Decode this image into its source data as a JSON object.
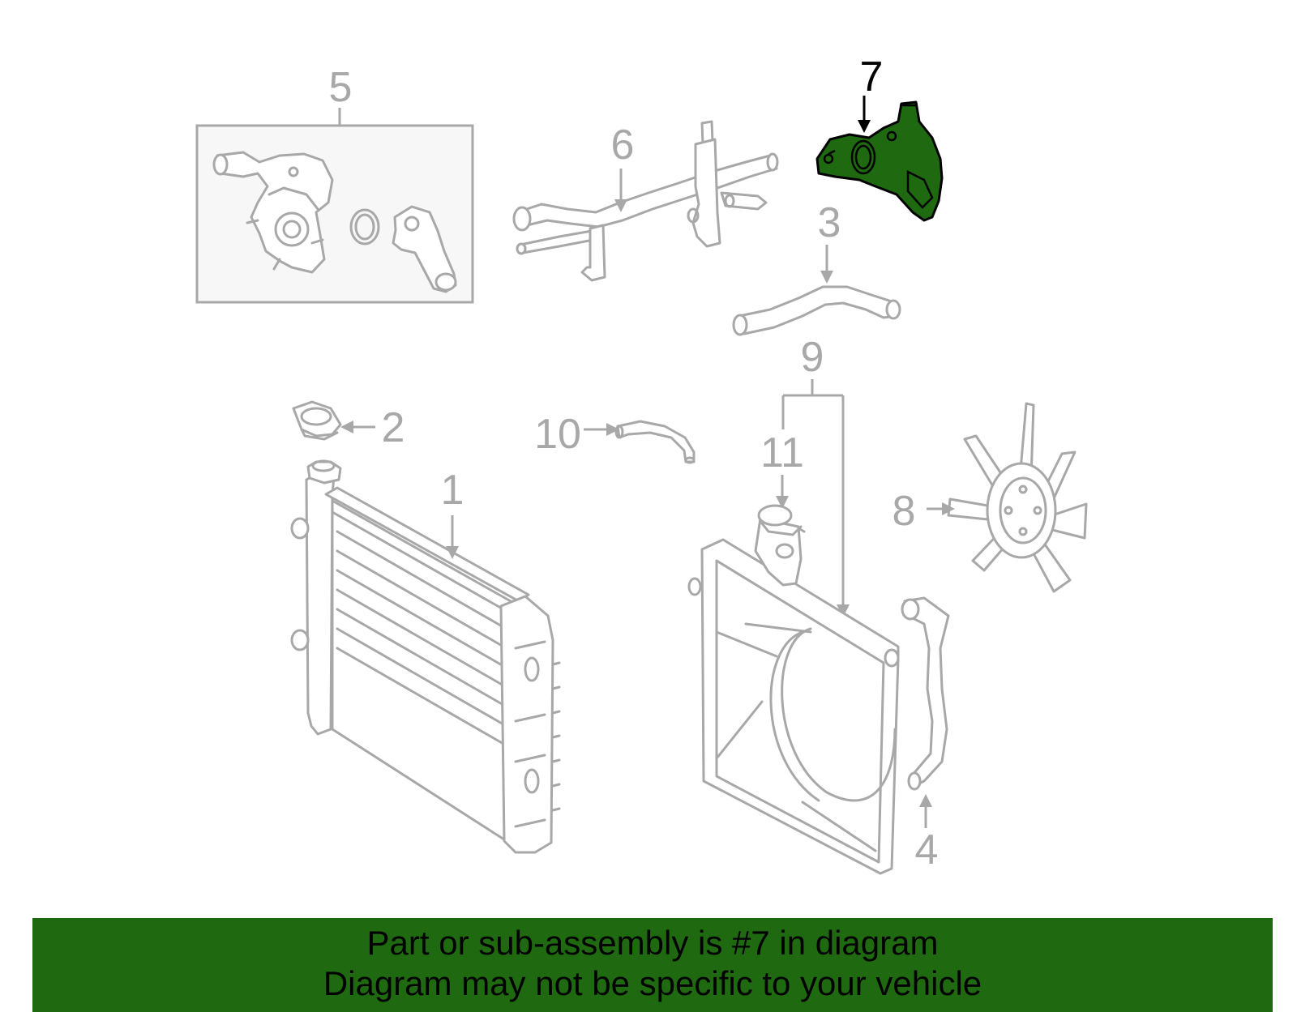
{
  "callouts": {
    "c1": "1",
    "c2": "2",
    "c3": "3",
    "c4": "4",
    "c5": "5",
    "c6": "6",
    "c7": "7",
    "c8": "8",
    "c9": "9",
    "c10": "10",
    "c11": "11"
  },
  "highlighted_part": "7",
  "colors": {
    "highlight": "#1f6a10",
    "part_stroke": "#a8a8a8",
    "banner": "#1f6a10"
  },
  "banner": {
    "line1": "Part or sub-assembly is #7 in diagram",
    "line2": "Diagram may not be specific to your vehicle"
  }
}
